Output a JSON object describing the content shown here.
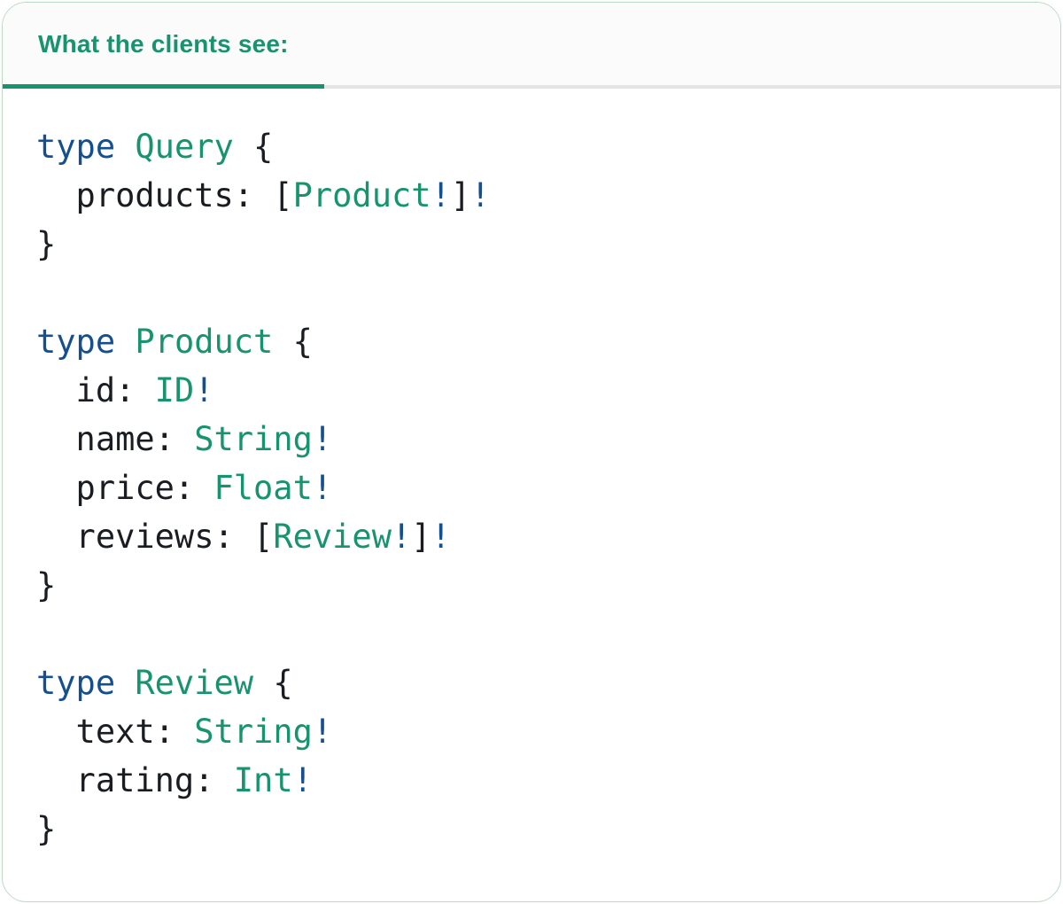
{
  "tab": {
    "label": "What the clients see:"
  },
  "code": {
    "language": "graphql",
    "text": "type Query {\n  products: [Product!]!\n}\n\ntype Product {\n  id: ID!\n  name: String!\n  price: Float!\n  reviews: [Review!]!\n}\n\ntype Review {\n  text: String!\n  rating: Int!\n}",
    "lines": [
      {
        "tokens": [
          {
            "t": "type",
            "c": "kw"
          },
          {
            "t": " ",
            "c": "pl"
          },
          {
            "t": "Query",
            "c": "ty"
          },
          {
            "t": " {",
            "c": "pl"
          }
        ]
      },
      {
        "tokens": [
          {
            "t": "  products: [",
            "c": "pl"
          },
          {
            "t": "Product",
            "c": "ty"
          },
          {
            "t": "!",
            "c": "kw"
          },
          {
            "t": "]",
            "c": "pl"
          },
          {
            "t": "!",
            "c": "kw"
          }
        ]
      },
      {
        "tokens": [
          {
            "t": "}",
            "c": "pl"
          }
        ]
      },
      {
        "tokens": []
      },
      {
        "tokens": [
          {
            "t": "type",
            "c": "kw"
          },
          {
            "t": " ",
            "c": "pl"
          },
          {
            "t": "Product",
            "c": "ty"
          },
          {
            "t": " {",
            "c": "pl"
          }
        ]
      },
      {
        "tokens": [
          {
            "t": "  id: ",
            "c": "pl"
          },
          {
            "t": "ID",
            "c": "ty"
          },
          {
            "t": "!",
            "c": "kw"
          }
        ]
      },
      {
        "tokens": [
          {
            "t": "  name: ",
            "c": "pl"
          },
          {
            "t": "String",
            "c": "ty"
          },
          {
            "t": "!",
            "c": "kw"
          }
        ]
      },
      {
        "tokens": [
          {
            "t": "  price: ",
            "c": "pl"
          },
          {
            "t": "Float",
            "c": "ty"
          },
          {
            "t": "!",
            "c": "kw"
          }
        ]
      },
      {
        "tokens": [
          {
            "t": "  reviews: [",
            "c": "pl"
          },
          {
            "t": "Review",
            "c": "ty"
          },
          {
            "t": "!",
            "c": "kw"
          },
          {
            "t": "]",
            "c": "pl"
          },
          {
            "t": "!",
            "c": "kw"
          }
        ]
      },
      {
        "tokens": [
          {
            "t": "}",
            "c": "pl"
          }
        ]
      },
      {
        "tokens": []
      },
      {
        "tokens": [
          {
            "t": "type",
            "c": "kw"
          },
          {
            "t": " ",
            "c": "pl"
          },
          {
            "t": "Review",
            "c": "ty"
          },
          {
            "t": " {",
            "c": "pl"
          }
        ]
      },
      {
        "tokens": [
          {
            "t": "  text: ",
            "c": "pl"
          },
          {
            "t": "String",
            "c": "ty"
          },
          {
            "t": "!",
            "c": "kw"
          }
        ]
      },
      {
        "tokens": [
          {
            "t": "  rating: ",
            "c": "pl"
          },
          {
            "t": "Int",
            "c": "ty"
          },
          {
            "t": "!",
            "c": "kw"
          }
        ]
      },
      {
        "tokens": [
          {
            "t": "}",
            "c": "pl"
          }
        ]
      }
    ]
  },
  "colors": {
    "accent_teal": "#17936E",
    "keyword_blue": "#14508F",
    "code_text": "#191C21",
    "card_border": "#BCDAC6",
    "divider": "#E3E4E3",
    "header_bg": "#FBFBFB",
    "card_bg": "#FFFFFF"
  }
}
